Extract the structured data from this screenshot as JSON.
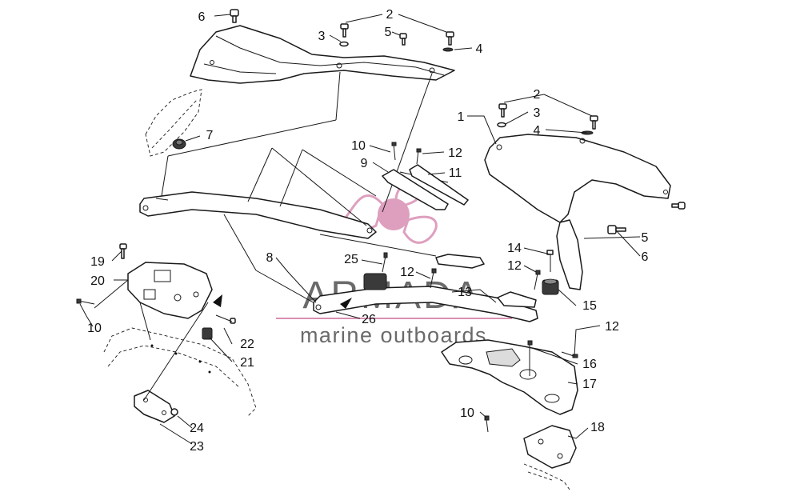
{
  "watermark": {
    "brand": "ARMADA",
    "tagline": "marine outboards",
    "brand_color": "#5a5a5a",
    "accent_color": "#d98fb4"
  },
  "callouts": {
    "c1": "1",
    "c2a": "2",
    "c2b": "2",
    "c3a": "3",
    "c3b": "3",
    "c4a": "4",
    "c4b": "4",
    "c5a": "5",
    "c5b": "5",
    "c6a": "6",
    "c6b": "6",
    "c7": "7",
    "c8": "8",
    "c9": "9",
    "c10a": "10",
    "c10b": "10",
    "c10c": "10",
    "c11": "11",
    "c12a": "12",
    "c12b": "12",
    "c12c": "12",
    "c12d": "12",
    "c13": "13",
    "c14": "14",
    "c15": "15",
    "c16": "16",
    "c17": "17",
    "c18": "18",
    "c19": "19",
    "c20": "20",
    "c21": "21",
    "c22": "22",
    "c23": "23",
    "c24": "24",
    "c25": "25",
    "c26": "26"
  }
}
